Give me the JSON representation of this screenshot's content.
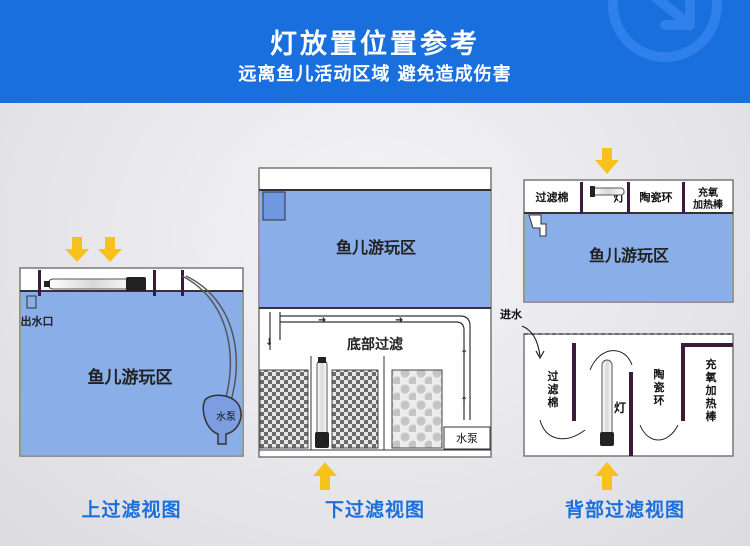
{
  "header": {
    "title": "灯放置位置参考",
    "subtitle": "远离鱼儿活动区域 避免造成伤害"
  },
  "top_view": {
    "caption": "上过滤视图",
    "zone": "鱼儿游玩区",
    "outlet": "出水口",
    "pump": "水泵"
  },
  "bottom_view": {
    "caption": "下过滤视图",
    "zone": "鱼儿游玩区",
    "filter": "底部过滤",
    "pump": "水泵"
  },
  "back_view": {
    "caption": "背部过滤视图",
    "zone": "鱼儿游玩区",
    "top_filter_cotton": "过滤棉",
    "top_lamp": "灯",
    "top_ceramic_ring": "陶瓷环",
    "top_oxygen_heater": "充氧 加热棒",
    "inlet": "进水",
    "bot_filter_cotton": "过滤棉",
    "bot_lamp": "灯",
    "bot_ceramic_ring": "陶瓷环",
    "bot_oxygen_heater": "充氧加热棒"
  },
  "colors": {
    "brand_blue": "#1a6fde",
    "water": "#8aaee8",
    "arrow": "#f7c21d"
  }
}
